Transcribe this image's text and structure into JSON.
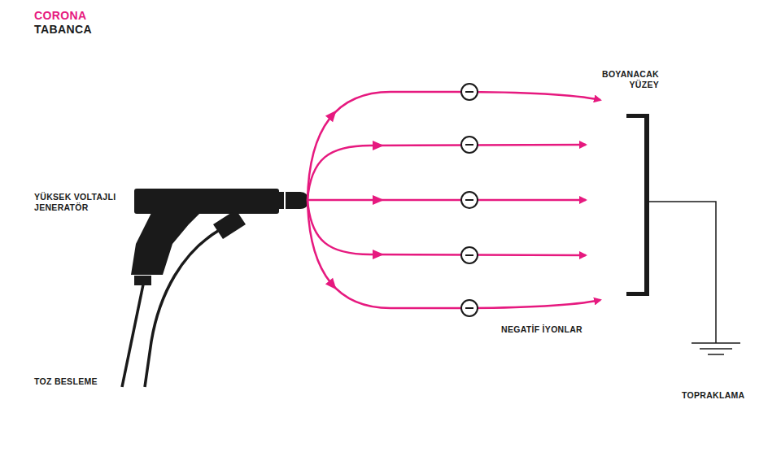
{
  "diagram": {
    "title": "CORONA",
    "labels": [
      "TABANCA",
      "BOYANACAK YÜZEY",
      "YÜKSEK VOLTAJLI JENERATÖR",
      "NEGATİF İYONLAR",
      "TOZ BESLEME",
      "TOPRAKLAMA"
    ]
  }
}
